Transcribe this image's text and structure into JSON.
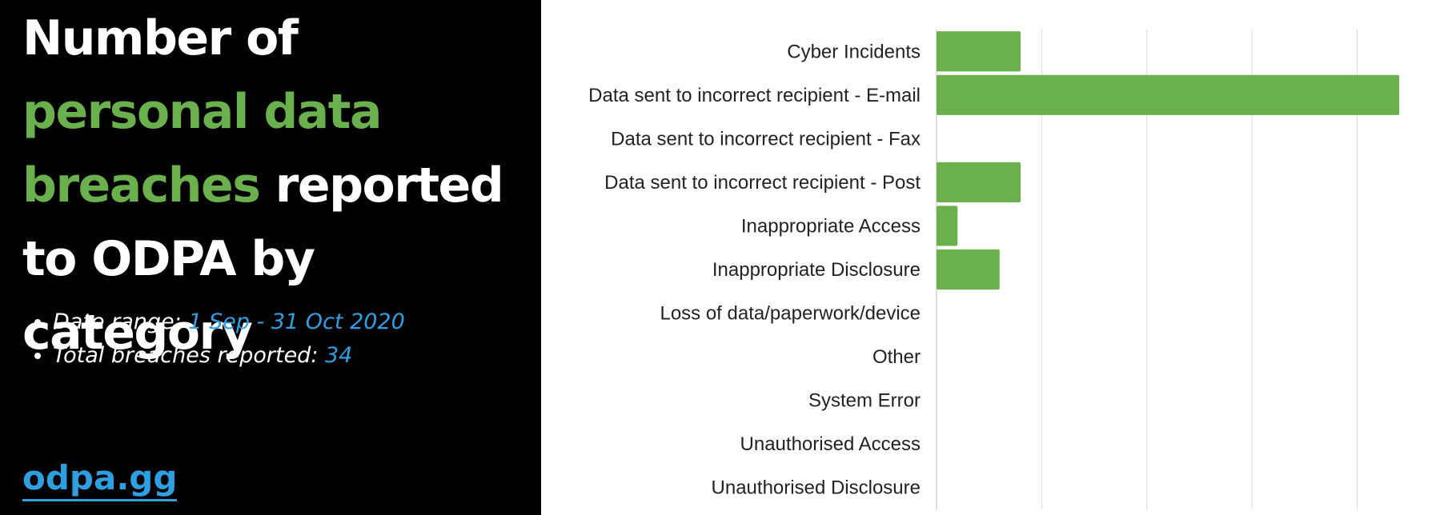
{
  "headline": {
    "part1": "Number of ",
    "highlight": "personal data breaches",
    "part2": " reported to ODPA by category"
  },
  "facts": [
    {
      "label": "Date range: ",
      "value": "1 Sep - 31 Oct 2020"
    },
    {
      "label": "Total breaches reported: ",
      "value": "34"
    }
  ],
  "link": {
    "text": "odpa.gg"
  },
  "colors": {
    "accent": "#6ab04c",
    "link": "#2e9fe0",
    "background_panel": "#000000"
  },
  "chart_data": {
    "type": "bar",
    "orientation": "horizontal",
    "categories": [
      "Cyber Incidents",
      "Data sent to incorrect recipient - E-mail",
      "Data sent to incorrect recipient - Fax",
      "Data sent to incorrect recipient - Post",
      "Inappropriate Access",
      "Inappropriate Disclosure",
      "Loss of data/paperwork/device",
      "Other",
      "System Error",
      "Unauthorised Access",
      "Unauthorised Disclosure"
    ],
    "values": [
      4,
      22,
      0,
      4,
      1,
      3,
      0,
      0,
      0,
      0,
      0
    ],
    "xlim": [
      0,
      22
    ],
    "grid": true,
    "bar_color": "#6ab04c"
  }
}
